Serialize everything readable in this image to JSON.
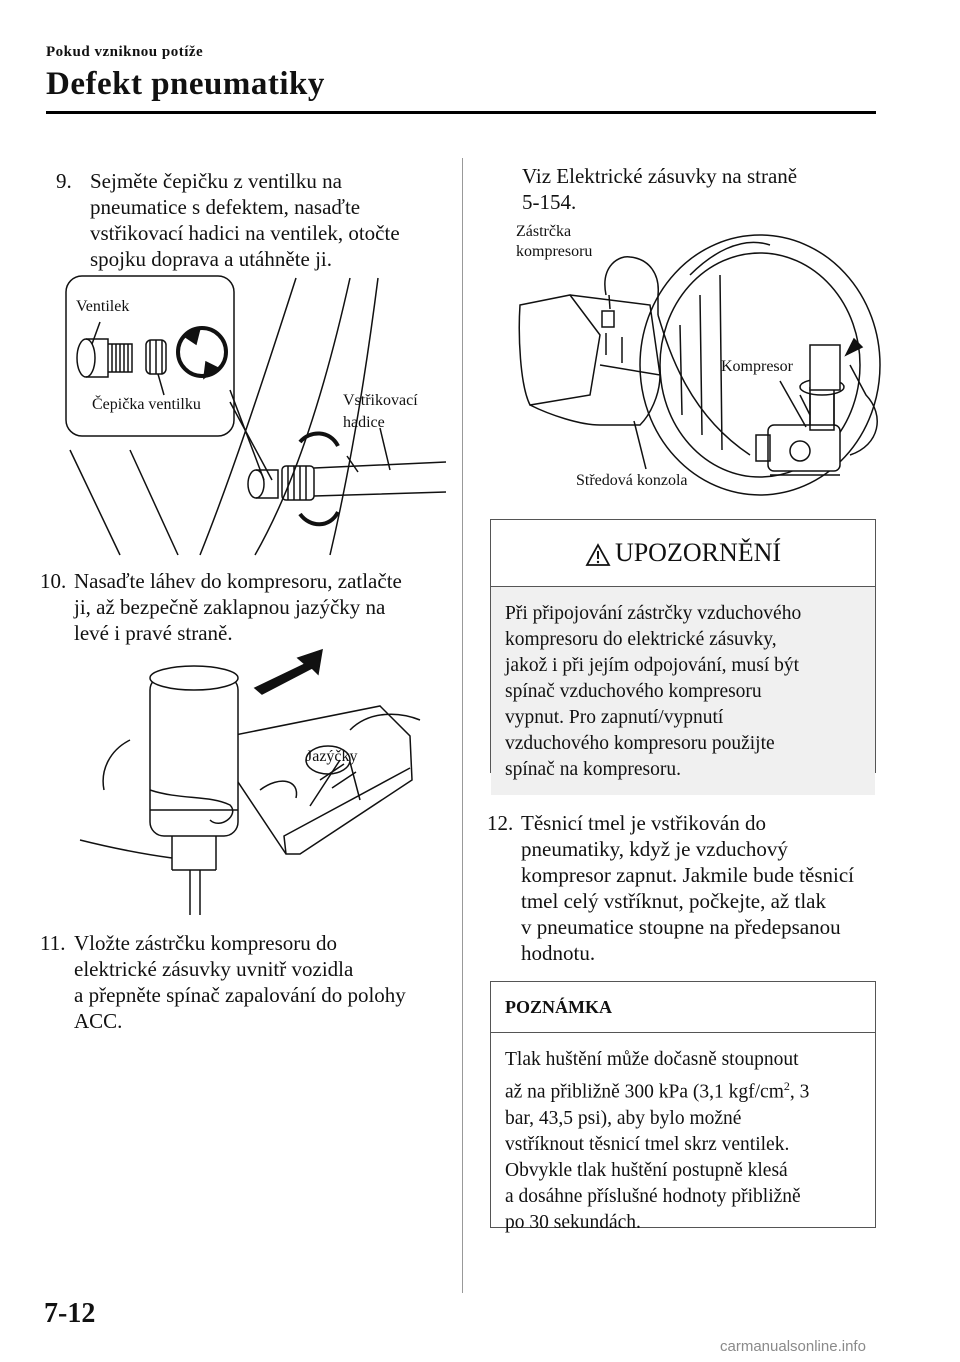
{
  "header": {
    "section": "Pokud vzniknou potíže",
    "title": "Defekt pneumatiky"
  },
  "steps": [
    {
      "num": "9.",
      "first": "Sejměte čepičku z ventilku na",
      "rest": [
        "pneumatice s defektem, nasaďte",
        "vstřikovací hadici na ventilek, otočte",
        "spojku doprava a utáhněte ji."
      ]
    },
    {
      "num": "10.",
      "first": "Nasaďte láhev do kompresoru, zatlačte",
      "rest": [
        "ji, až bezpečně zaklapnou jazýčky na",
        "levé i pravé straně."
      ]
    },
    {
      "num": "11.",
      "first": "Vložte zástrčku kompresoru do",
      "rest": [
        "elektrické zásuvky uvnitř vozidla",
        "a přepněte spínač zapalování do polohy",
        "ACC."
      ]
    },
    {
      "num": "12.",
      "first": "Těsnicí tmel je vstřikován do",
      "rest": [
        "pneumatiky, když je vzduchový",
        "kompresor zapnut. Jakmile bude těsnicí",
        "tmel celý vstříknut, počkejte, až tlak",
        "v pneumatice stoupne na předepsanou",
        "hodnotu."
      ]
    }
  ],
  "step11_cont": [
    "Viz Elektrické zásuvky na straně",
    "5-154."
  ],
  "figure1": {
    "valve": "Ventilek",
    "valve_cap": "Čepička ventilku",
    "hose1": "Vstřikovací",
    "hose2": "hadice"
  },
  "figure2": {
    "tabs": "Jazýčky"
  },
  "figure3": {
    "plug1": "Zástrčka",
    "plug2": "kompresoru",
    "compressor": "Kompresor",
    "console": "Středová konzola"
  },
  "warning": {
    "title": "UPOZORNĚNÍ",
    "lines": [
      "Při připojování zástrčky vzduchového",
      "kompresoru do elektrické zásuvky,",
      "jakož i při jejím odpojování, musí být",
      "spínač vzduchového kompresoru",
      "vypnut. Pro zapnutí/vypnutí",
      "vzduchového kompresoru použijte",
      "spínač na kompresoru."
    ]
  },
  "note": {
    "title": "POZNÁMKA",
    "line1a": "Tlak huštění může dočasně stoupnout",
    "line2a": "až na přibližně 300 kPa (3,1 kgf/cm",
    "sup": "2",
    "line2b": ", 3",
    "rest": [
      "bar, 43,5 psi), aby bylo možné",
      "vstříknout těsnicí tmel skrz ventilek.",
      "Obvykle tlak huštění postupně klesá",
      "a dosáhne příslušné hodnoty přibližně",
      "po 30 sekundách."
    ]
  },
  "footer": {
    "page": "7-12",
    "watermark": "carmanualsonline.info"
  }
}
